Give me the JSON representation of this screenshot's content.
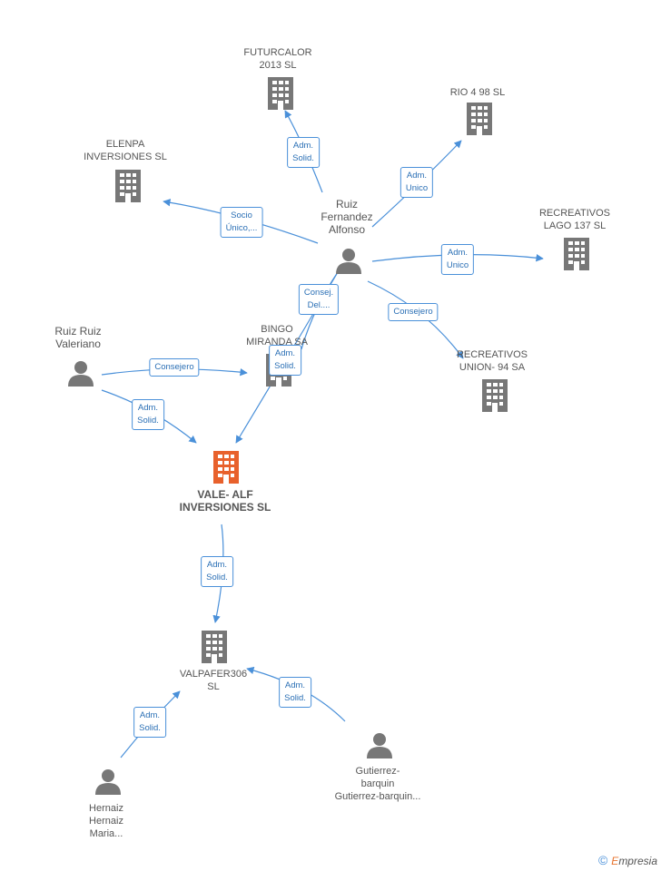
{
  "main_node": {
    "line1": "VALE- ALF",
    "line2": "INVERSIONES SL"
  },
  "companies": {
    "futurcalor": {
      "line1": "FUTURCALOR",
      "line2": "2013  SL"
    },
    "rio": {
      "line1": "RIO 4 98  SL"
    },
    "elenpa": {
      "line1": "ELENPA",
      "line2": "INVERSIONES SL"
    },
    "recreativos_lago": {
      "line1": "RECREATIVOS",
      "line2": "LAGO 137  SL"
    },
    "bingo": {
      "line1": "BINGO",
      "line2": "MIRANDA SA"
    },
    "recreativos_union": {
      "line1": "RECREATIVOS",
      "line2": "UNION- 94 SA"
    },
    "valpafer": {
      "line1": "VALPAFER306",
      "line2": "SL"
    }
  },
  "people": {
    "ruiz_fernandez": {
      "line1": "Ruiz",
      "line2": "Fernandez",
      "line3": "Alfonso"
    },
    "ruiz_ruiz": {
      "line1": "Ruiz Ruiz",
      "line2": "Valeriano"
    },
    "gutierrez": {
      "line1": "Gutierrez-",
      "line2": "barquin",
      "line3": "Gutierrez-barquin..."
    },
    "hernaiz": {
      "line1": "Hernaiz",
      "line2": "Hernaiz",
      "line3": "Maria..."
    }
  },
  "edges": {
    "e1": {
      "line1": "Adm.",
      "line2": "Solid."
    },
    "e2": {
      "line1": "Adm.",
      "line2": "Unico"
    },
    "e3": {
      "line1": "Socio",
      "line2": "Único,..."
    },
    "e4": {
      "line1": "Adm.",
      "line2": "Unico"
    },
    "e5": {
      "line1": "Consej.",
      "line2": "Del...."
    },
    "e6": {
      "line1": "Consejero"
    },
    "e7": {
      "line1": "Consejero"
    },
    "e8": {
      "line1": "Adm.",
      "line2": "Solid."
    },
    "e9": {
      "line1": "Adm.",
      "line2": "Solid."
    },
    "e10": {
      "line1": "Adm.",
      "line2": "Solid."
    },
    "e11": {
      "line1": "Adm.",
      "line2": "Solid."
    },
    "e12": {
      "line1": "Adm.",
      "line2": "Solid."
    }
  },
  "footer": {
    "copyright": "©",
    "brand_initial": "E",
    "brand_rest": "mpresia"
  },
  "colors": {
    "edge": "#4a90d9",
    "building": "#777777",
    "main_building": "#e8612c",
    "person": "#777777"
  }
}
